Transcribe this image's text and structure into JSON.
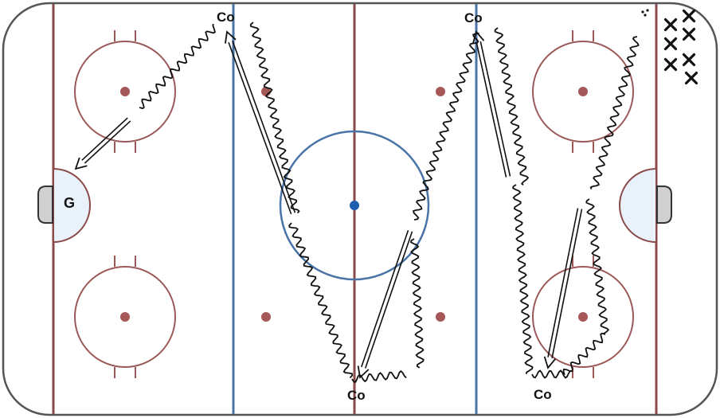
{
  "labels": {
    "coach_top_left": "Co",
    "coach_top_right": "Co",
    "coach_bottom_center": "Co",
    "coach_bottom_right": "Co",
    "goalie": "G"
  },
  "players": {
    "count": 7,
    "symbol": "x-mark-icon"
  },
  "colors": {
    "board": "#555555",
    "goal_line": "#8b4a4a",
    "blue_line": "#4a74a8",
    "circle": "#9b5858",
    "dot": "#a65757",
    "center_dot": "#1f5fb0",
    "crease_fill": "#e9f1fa",
    "net": "#cfcfcf",
    "ink": "#111111"
  }
}
